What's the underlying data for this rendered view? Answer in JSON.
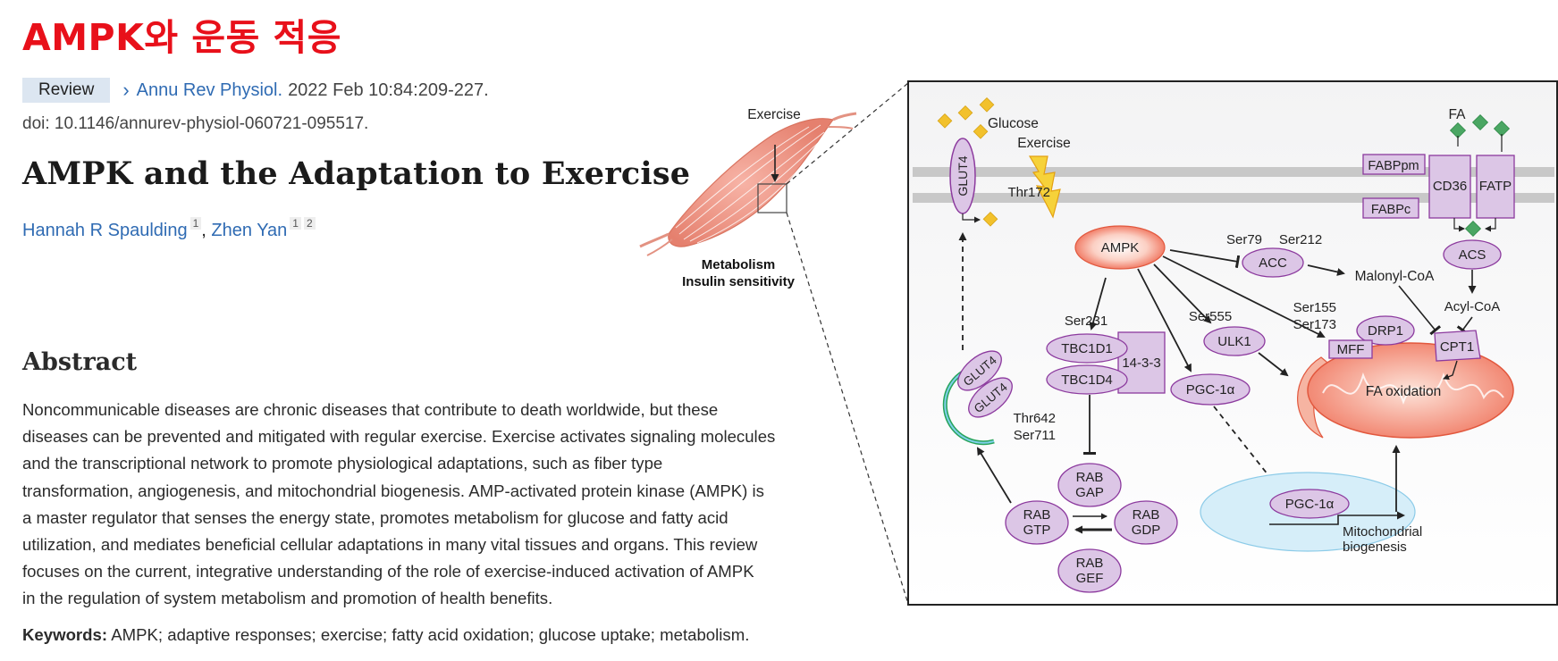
{
  "slide_title": "AMPK와 운동 적응",
  "article": {
    "badge": "Review",
    "journal": "Annu Rev Physiol.",
    "citation": "2022 Feb 10:84:209-227.",
    "doi": "doi: 10.1146/annurev-physiol-060721-095517.",
    "title": "AMPK and the Adaptation to Exercise",
    "authors": [
      {
        "name": "Hannah R Spaulding",
        "affiliations": [
          "1"
        ]
      },
      {
        "name": "Zhen Yan",
        "affiliations": [
          "1",
          "2"
        ]
      }
    ],
    "author_separator": ",",
    "abstract_heading": "Abstract",
    "abstract_lines": [
      "Noncommunicable diseases are chronic diseases that contribute to death worldwide, but these",
      "diseases can be prevented and mitigated with regular exercise. Exercise activates signaling molecules",
      "and the transcriptional network to promote physiological adaptations, such as fiber type",
      "transformation, angiogenesis, and mitochondrial biogenesis. AMP-activated protein kinase (AMPK) is",
      "a master regulator that senses the energy state, promotes metabolism for glucose and fatty acid",
      "utilization, and mediates beneficial cellular adaptations in many vital tissues and organs. This review",
      "focuses on the current, integrative understanding of the role of exercise-induced activation of AMPK",
      "in the regulation of system metabolism and promotion of health benefits."
    ],
    "keywords_label": "Keywords:",
    "keywords_text": "AMPK; adaptive responses; exercise; fatty acid oxidation; glucose uptake; metabolism."
  },
  "figure": {
    "muscle": {
      "exercise_label": "Exercise",
      "caption_line1": "Metabolism",
      "caption_line2": "Insulin sensitivity"
    },
    "labels": {
      "glucose": "Glucose",
      "glut4": "GLUT4",
      "exercise": "Exercise",
      "thr172": "Thr172",
      "ampk": "AMPK",
      "ser79": "Ser79",
      "ser212": "Ser212",
      "acc": "ACC",
      "malonyl_coa": "Malonyl-CoA",
      "fa": "FA",
      "fabppm": "FABPpm",
      "fabpc": "FABPc",
      "cd36": "CD36",
      "fatp": "FATP",
      "acs": "ACS",
      "acyl_coa": "Acyl-CoA",
      "ser231": "Ser231",
      "tbc1d1": "TBC1D1",
      "tbc1d4": "TBC1D4",
      "p1433": "14-3-3",
      "thr642": "Thr642",
      "ser711": "Ser711",
      "ser555": "Ser555",
      "ulk1": "ULK1",
      "pgc1a": "PGC-1α",
      "ser155": "Ser155",
      "ser173": "Ser173",
      "drp1": "DRP1",
      "mff": "MFF",
      "cpt1": "CPT1",
      "fa_oxidation": "FA oxidation",
      "rab": "RAB",
      "gap": "GAP",
      "gtp": "GTP",
      "gdp": "GDP",
      "gef": "GEF",
      "mito_biogenesis_1": "Mitochondrial",
      "mito_biogenesis_2": "biogenesis"
    },
    "colors": {
      "protein_fill": "#dcc6e6",
      "protein_stroke": "#8c3a9e",
      "ampk_fill": "#f0705a",
      "mito_fill": "#f6a48e",
      "nucleus_fill": "#d2ecf8",
      "glucose": "#f3c12e",
      "fa": "#4aa663",
      "membrane": "#c4c4c4"
    }
  }
}
